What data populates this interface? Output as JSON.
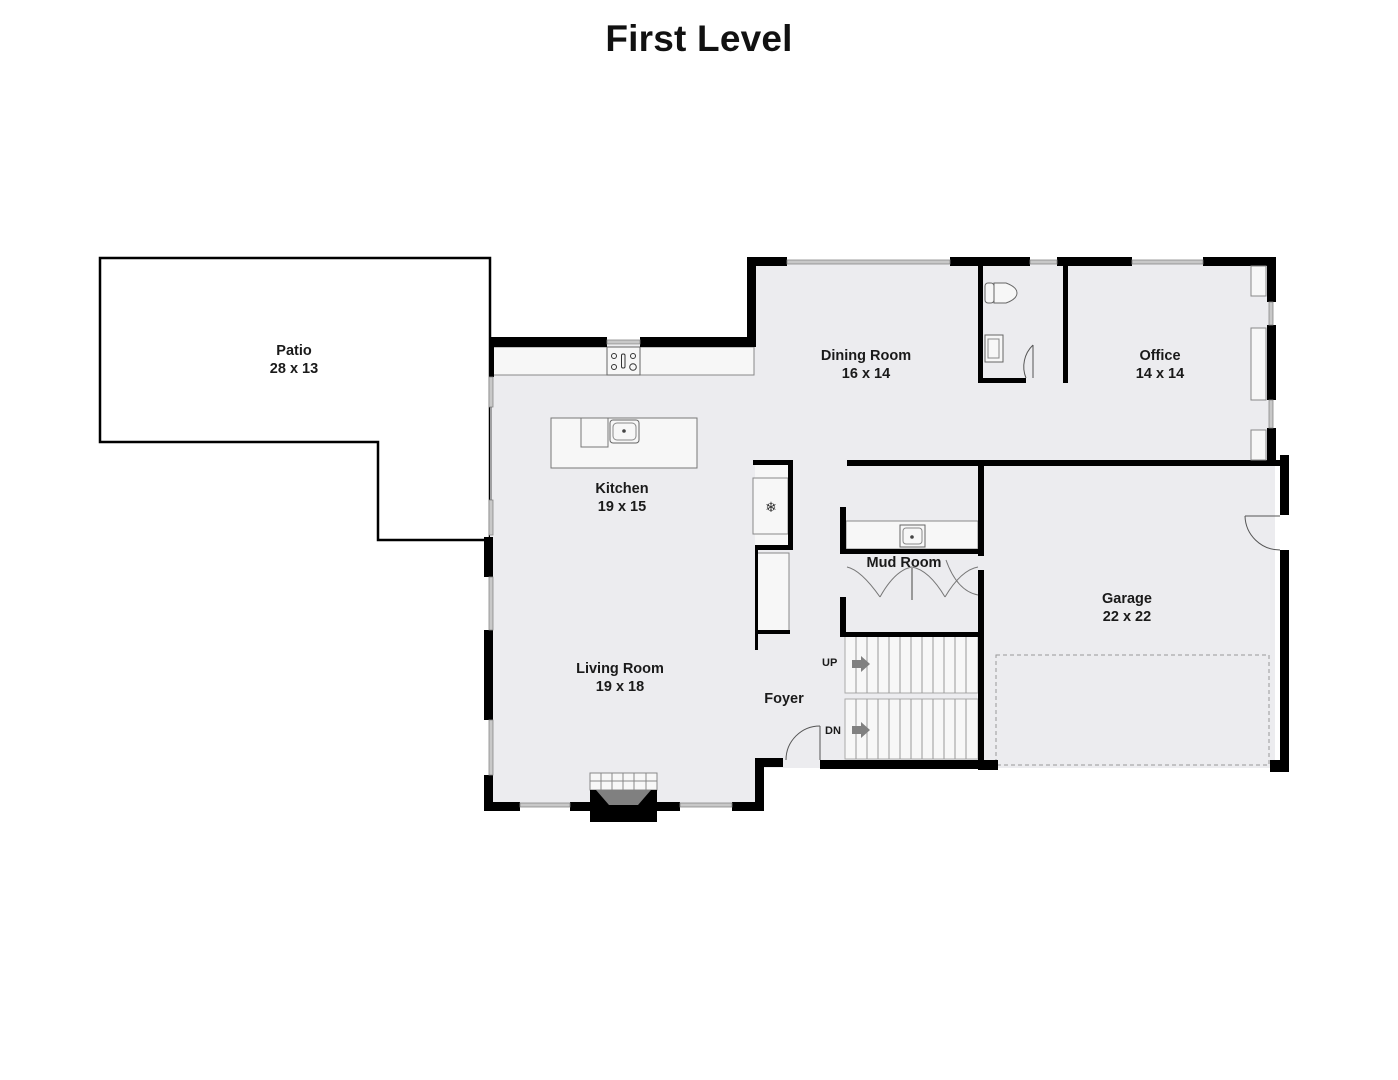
{
  "title": "First Level",
  "colors": {
    "floor_fill": "#ececef",
    "wall": "#000000",
    "window": "#b8b8b8",
    "fixture_fill": "#f7f7f7",
    "arrow": "#808080"
  },
  "rooms": [
    {
      "id": "patio",
      "name": "Patio",
      "dimensions": "28 x 13"
    },
    {
      "id": "dining-room",
      "name": "Dining Room",
      "dimensions": "16 x 14"
    },
    {
      "id": "office",
      "name": "Office",
      "dimensions": "14 x 14"
    },
    {
      "id": "kitchen",
      "name": "Kitchen",
      "dimensions": "19 x 15"
    },
    {
      "id": "living-room",
      "name": "Living Room",
      "dimensions": "19 x 18"
    },
    {
      "id": "garage",
      "name": "Garage",
      "dimensions": "22 x 22"
    },
    {
      "id": "mud-room",
      "name": "Mud Room",
      "dimensions": ""
    },
    {
      "id": "foyer",
      "name": "Foyer",
      "dimensions": ""
    }
  ],
  "stairs": {
    "up_label": "UP",
    "down_label": "DN"
  }
}
